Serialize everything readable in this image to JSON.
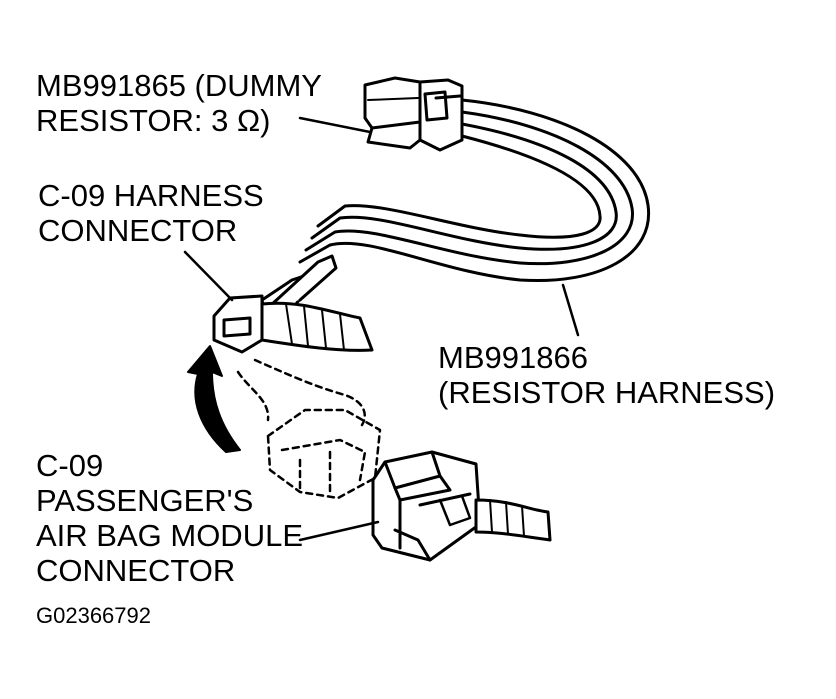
{
  "labels": {
    "dummy_resistor": {
      "line1": "MB991865 (DUMMY",
      "line2": "RESISTOR: 3 Ω)"
    },
    "harness_connector": {
      "line1": "C-09 HARNESS",
      "line2": "CONNECTOR"
    },
    "resistor_harness": {
      "line1": "MB991866",
      "line2": "(RESISTOR HARNESS)"
    },
    "module_connector": {
      "line1": "C-09",
      "line2": "PASSENGER'S",
      "line3": "AIR BAG MODULE",
      "line4": "CONNECTOR"
    },
    "figure_id": "G02366792"
  },
  "colors": {
    "ink": "#000000",
    "paper": "#ffffff"
  },
  "icons": [
    "dummy-resistor-connector",
    "resistor-harness-wires",
    "harness-connector",
    "module-connector",
    "insertion-arrow"
  ]
}
